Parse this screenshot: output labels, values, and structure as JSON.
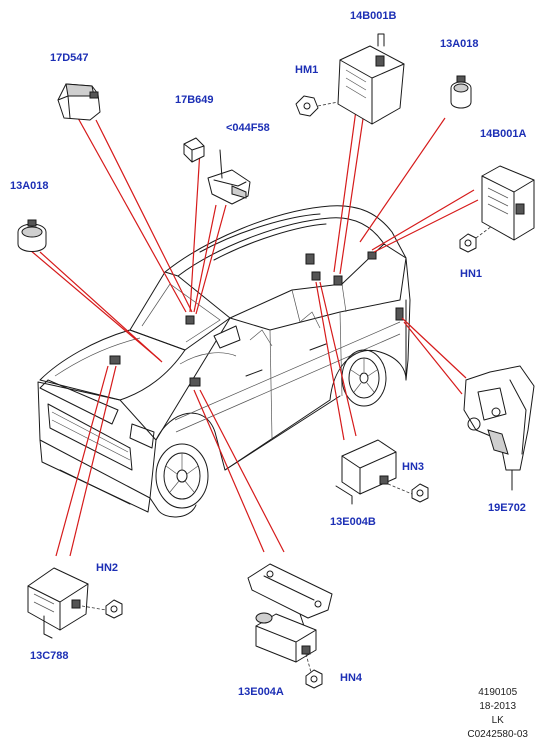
{
  "labels": {
    "p_17d547": "17D547",
    "p_14b001b": "14B001B",
    "p_hm1": "HM1",
    "p_13a018_top": "13A018",
    "p_17b649": "17B649",
    "p_044f58": "<044F58",
    "p_14b001a": "14B001A",
    "p_13a018_left": "13A018",
    "p_hn1": "HN1",
    "p_hn3": "HN3",
    "p_13e004b": "13E004B",
    "p_19e702": "19E702",
    "p_hn2": "HN2",
    "p_13c788": "13C788",
    "p_13e004a": "13E004A",
    "p_hn4": "HN4"
  },
  "info": {
    "line1": "4190105",
    "line2": "18-2013",
    "line3": "LK",
    "line4": "C0242580-03"
  },
  "colors": {
    "label": "#1c2fb5",
    "leader": "#d61b1b",
    "line_art": "#1a1a1a"
  }
}
